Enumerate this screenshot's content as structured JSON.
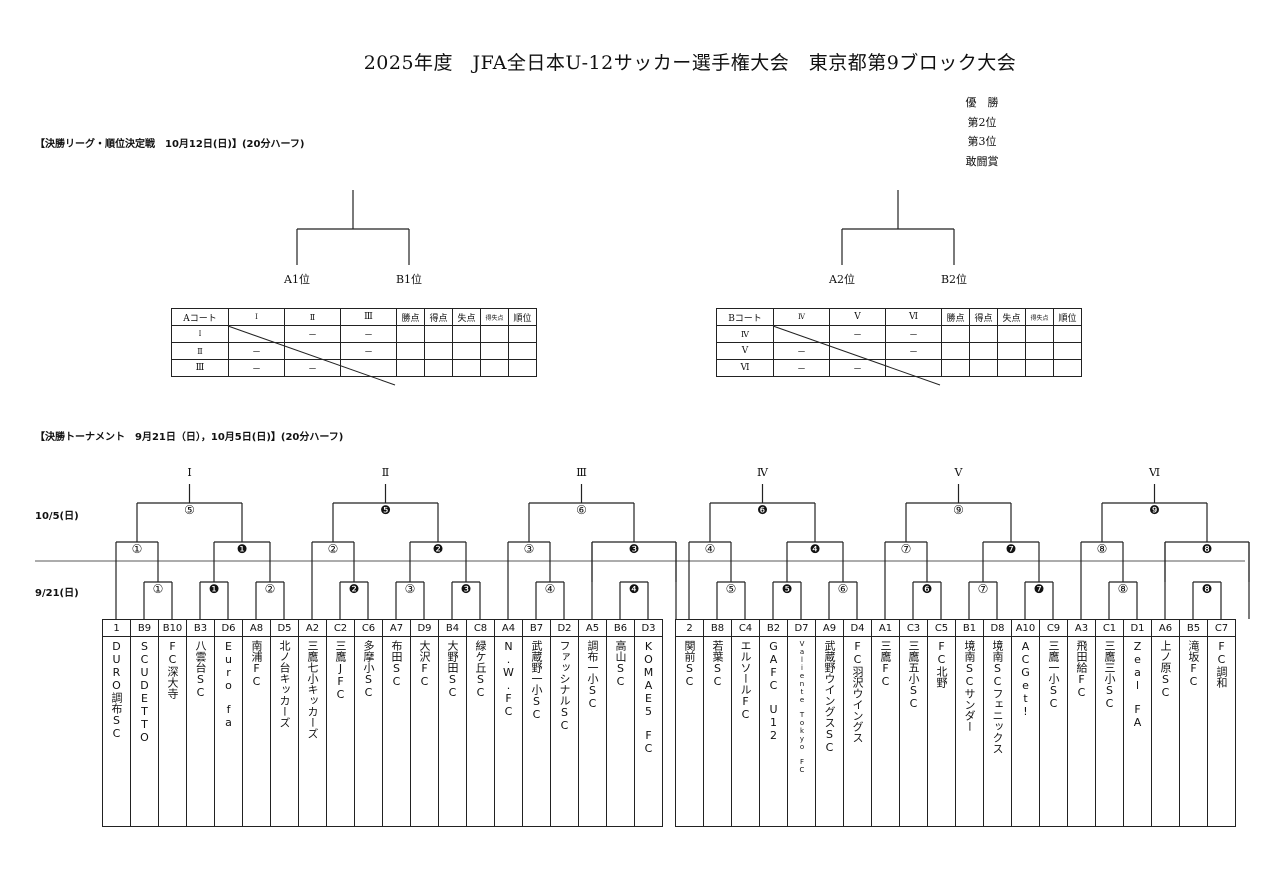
{
  "title": "2025年度　JFA全日本U-12サッカー選手権大会　東京都第9ブロック大会",
  "awards": [
    "優　勝",
    "第2位",
    "第3位",
    "敢闘賞"
  ],
  "league": {
    "heading": "【決勝リーグ・順位決定戦　10月12日(日)】(20分ハーフ)",
    "labels_a": [
      "A1位",
      "B1位"
    ],
    "labels_b": [
      "A2位",
      "B2位"
    ],
    "table_a": {
      "court": "Aコート",
      "cols": [
        "Ⅰ",
        "Ⅱ",
        "Ⅲ"
      ],
      "rows": [
        "Ⅰ",
        "Ⅱ",
        "Ⅲ"
      ]
    },
    "table_b": {
      "court": "Bコート",
      "cols": [
        "Ⅳ",
        "Ⅴ",
        "Ⅵ"
      ],
      "rows": [
        "Ⅳ",
        "Ⅴ",
        "Ⅵ"
      ]
    },
    "stat_cols": [
      "勝点",
      "得点",
      "失点",
      "得失点",
      "順位"
    ],
    "dash": "－"
  },
  "tournament": {
    "heading": "【決勝トーナメント　9月21日（日），10月5日(日)】(20分ハーフ)",
    "date_top": "10/5(日)",
    "date_bottom": "9/21(日)",
    "blocks": [
      "Ⅰ",
      "Ⅱ",
      "Ⅲ",
      "Ⅳ",
      "Ⅴ",
      "Ⅵ"
    ],
    "marks": {
      "top": [
        "⑤",
        "❺",
        "⑥",
        "❻",
        "⑨",
        "❾"
      ],
      "mid": [
        "①",
        "❶",
        "②",
        "❷",
        "③",
        "❸",
        "④",
        "❹",
        "⑦",
        "❼",
        "⑧",
        "❽"
      ],
      "low": [
        "①",
        "❶",
        "②",
        "❷",
        "③",
        "❸",
        "④",
        "❹",
        "⑤",
        "❺",
        "⑥",
        "❻",
        "⑦",
        "❼",
        "⑧",
        "❽",
        "❻"
      ]
    },
    "left_teams": [
      {
        "code": "1",
        "name": "DURO調布SC"
      },
      {
        "code": "B9",
        "name": "SCUDETTO"
      },
      {
        "code": "B10",
        "name": "FC深大寺"
      },
      {
        "code": "B3",
        "name": "八雲台SC"
      },
      {
        "code": "D6",
        "name": "Euro　fa"
      },
      {
        "code": "A8",
        "name": "南浦FC"
      },
      {
        "code": "D5",
        "name": "北ノ台キッカーズ"
      },
      {
        "code": "A2",
        "name": "三鷹七小キッカーズ"
      },
      {
        "code": "C2",
        "name": "三鷹JFC"
      },
      {
        "code": "C6",
        "name": "多摩小SC"
      },
      {
        "code": "A7",
        "name": "布田SC"
      },
      {
        "code": "D9",
        "name": "大沢FC"
      },
      {
        "code": "B4",
        "name": "大野田SC"
      },
      {
        "code": "C8",
        "name": "緑ケ丘SC"
      },
      {
        "code": "A4",
        "name": "N.W.FC"
      },
      {
        "code": "B7",
        "name": "武蔵野一小SC"
      },
      {
        "code": "D2",
        "name": "ファッシナルSC"
      },
      {
        "code": "A5",
        "name": "調布一小SC"
      },
      {
        "code": "B6",
        "name": "高山SC"
      },
      {
        "code": "D3",
        "name": "KOMAE5　FC"
      }
    ],
    "right_teams": [
      {
        "code": "2",
        "name": "関前SC"
      },
      {
        "code": "B8",
        "name": "若葉SC"
      },
      {
        "code": "C4",
        "name": "エルソールFC"
      },
      {
        "code": "B2",
        "name": "GAFC　U12"
      },
      {
        "code": "D7",
        "name": "Valiente　Tokyo　FC"
      },
      {
        "code": "A9",
        "name": "武蔵野ウイングスSC"
      },
      {
        "code": "D4",
        "name": "FC羽沢ウイングス"
      },
      {
        "code": "A1",
        "name": "三鷹FC"
      },
      {
        "code": "C3",
        "name": "三鷹五小SC"
      },
      {
        "code": "C5",
        "name": "FC北野"
      },
      {
        "code": "B1",
        "name": "境南SCサンダー"
      },
      {
        "code": "D8",
        "name": "境南SCフェニックス"
      },
      {
        "code": "A10",
        "name": "ACGet!"
      },
      {
        "code": "C9",
        "name": "三鷹一小SC"
      },
      {
        "code": "A3",
        "name": "飛田給FC"
      },
      {
        "code": "C1",
        "name": "三鷹三小SC"
      },
      {
        "code": "D1",
        "name": "Zeal　FA"
      },
      {
        "code": "A6",
        "name": "上ノ原SC"
      },
      {
        "code": "B5",
        "name": "滝坂FC"
      },
      {
        "code": "C7",
        "name": "FC調和"
      }
    ]
  }
}
